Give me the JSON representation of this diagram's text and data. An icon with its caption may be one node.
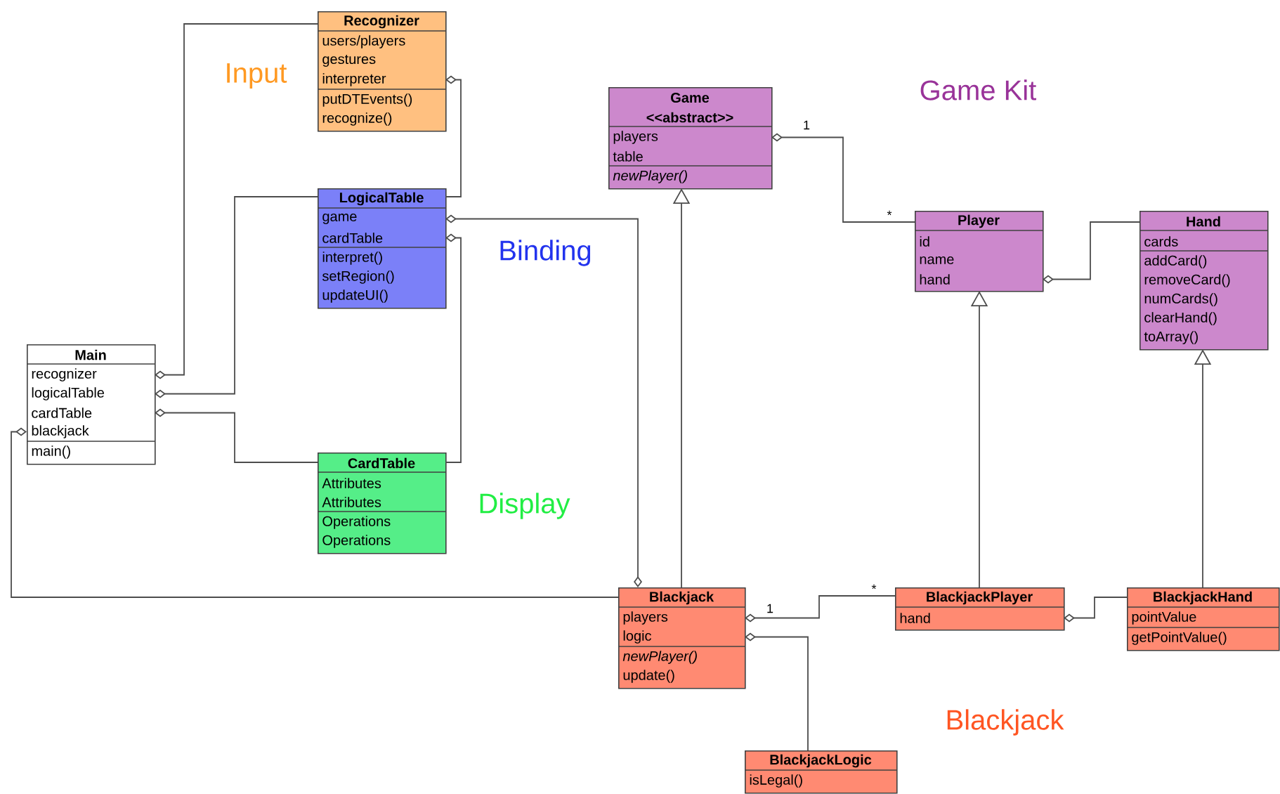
{
  "diagram": {
    "nodes": [
      {
        "text": [
          "Recognizer",
          "users/players",
          "gestures",
          "interpreter",
          "putDTEvents()",
          "recognize()"
        ]
      },
      {
        "text": [
          "LogicalTable",
          "game",
          "cardTable",
          "interpret()",
          "setRegion()",
          "updateUI()"
        ]
      },
      {
        "text": [
          "Main",
          "recognizer",
          "logicalTable",
          "cardTable",
          "blackjack",
          "main()"
        ]
      },
      {
        "text": [
          "CardTable",
          "Attributes",
          "Attributes",
          "Operations",
          "Operations"
        ]
      },
      {
        "text": [
          "Game",
          "<<abstract>>",
          "players",
          "table",
          "newPlayer()"
        ]
      },
      {
        "text": [
          "Player",
          "id",
          "name",
          "hand"
        ]
      },
      {
        "text": [
          "Hand",
          "cards",
          "addCard()",
          "removeCard()",
          "numCards()",
          "clearHand()",
          "toArray()"
        ]
      },
      {
        "text": [
          "Blackjack",
          "players",
          "logic",
          "newPlayer()",
          "update()"
        ]
      },
      {
        "text": [
          "BlackjackPlayer",
          "hand"
        ]
      },
      {
        "text": [
          "BlackjackHand",
          "pointValue",
          "getPointValue()"
        ]
      },
      {
        "text": [
          "BlackjackLogic",
          "isLegal()"
        ]
      }
    ],
    "edges": [
      {
        "from": 2,
        "to": 0,
        "arrow": "other"
      },
      {
        "from": 2,
        "to": 1,
        "arrow": "other"
      },
      {
        "from": 2,
        "to": 3,
        "arrow": "other"
      },
      {
        "from": 2,
        "to": 7,
        "arrow": "other"
      },
      {
        "from": 0,
        "to": 1,
        "arrow": "other"
      },
      {
        "from": 1,
        "to": 7,
        "arrow": "other"
      },
      {
        "from": 1,
        "to": 3,
        "arrow": "other"
      },
      {
        "from": 7,
        "to": 4,
        "arrow": "to"
      },
      {
        "from": 4,
        "to": 5,
        "arrow": "other"
      },
      {
        "from": 5,
        "to": 6,
        "arrow": "other"
      },
      {
        "from": 8,
        "to": 5,
        "arrow": "to"
      },
      {
        "from": 9,
        "to": 6,
        "arrow": "to"
      },
      {
        "from": 7,
        "to": 8,
        "arrow": "other"
      },
      {
        "from": 8,
        "to": 9,
        "arrow": "other"
      },
      {
        "from": 7,
        "to": 10,
        "arrow": "other"
      }
    ],
    "labels": [
      "Input",
      "Game Kit",
      "1",
      "*",
      "Binding",
      "Display",
      "*",
      "1",
      "Blackjack"
    ]
  }
}
